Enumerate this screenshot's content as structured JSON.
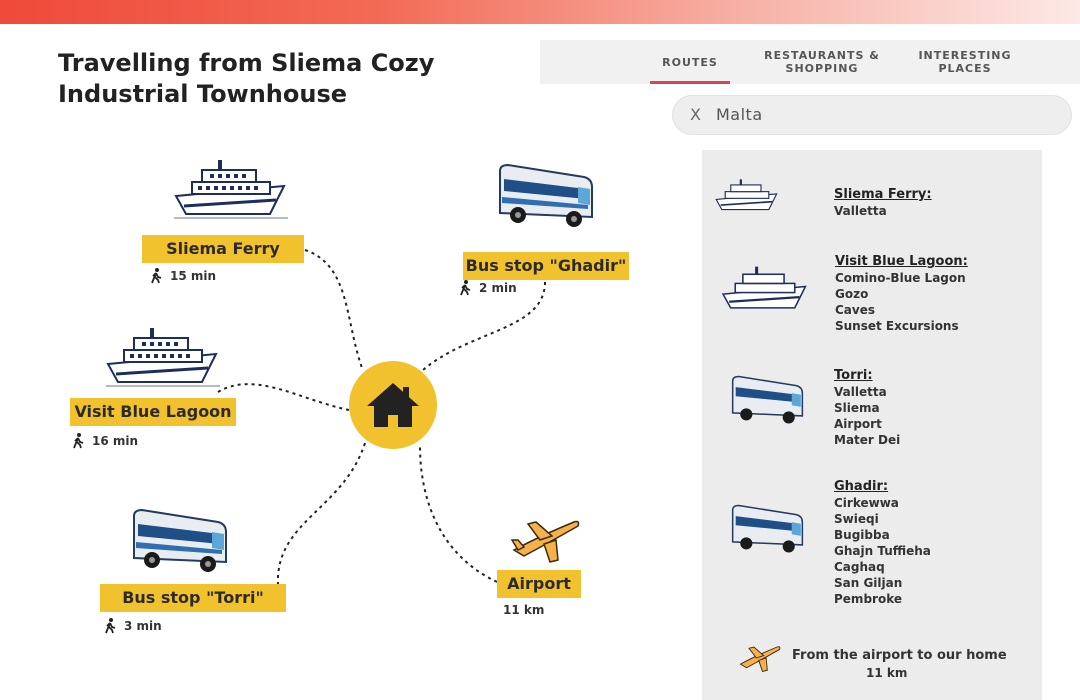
{
  "title": "Travelling from Sliema Cozy Industrial Townhouse",
  "tabs": [
    {
      "label": "ROUTES",
      "active": true
    },
    {
      "label": "RESTAURANTS & SHOPPING",
      "active": false
    },
    {
      "label": "INTERESTING PLACES",
      "active": false
    }
  ],
  "search": {
    "clear_label": "X",
    "value": "Malta"
  },
  "map": {
    "sliema_ferry": {
      "label": "Sliema Ferry",
      "time": "15 min"
    },
    "blue_lagoon": {
      "label": "Visit Blue Lagoon",
      "time": "16 min"
    },
    "bus_ghadir": {
      "label": "Bus stop \"Ghadir\"",
      "time": "2 min"
    },
    "bus_torri": {
      "label": "Bus stop \"Torri\"",
      "time": "3 min"
    },
    "airport": {
      "label": "Airport",
      "distance": "11 km"
    }
  },
  "panel": {
    "sliema_ferry": {
      "title": "Sliema Ferry:",
      "lines": [
        "Valletta"
      ]
    },
    "blue_lagoon": {
      "title": "Visit Blue Lagoon:",
      "lines": [
        "Comino-Blue Lagon",
        "Gozo",
        "Caves",
        "Sunset Excursions"
      ]
    },
    "torri": {
      "title": "Torri:",
      "lines": [
        "Valletta",
        "Sliema",
        "Airport",
        "Mater Dei"
      ]
    },
    "ghadir": {
      "title": "Ghadir:",
      "lines": [
        "Cirkewwa",
        "Swieqi",
        "Bugibba",
        "Ghajn Tuffieha",
        "Caghaq",
        "San Giljan",
        "Pembroke"
      ]
    },
    "airport": {
      "title": "From the airport to our home",
      "distance": "11 km"
    }
  },
  "colors": {
    "accent_red": "#d94452",
    "label_yellow": "#f2c12e",
    "panel_bg": "#ececec"
  }
}
